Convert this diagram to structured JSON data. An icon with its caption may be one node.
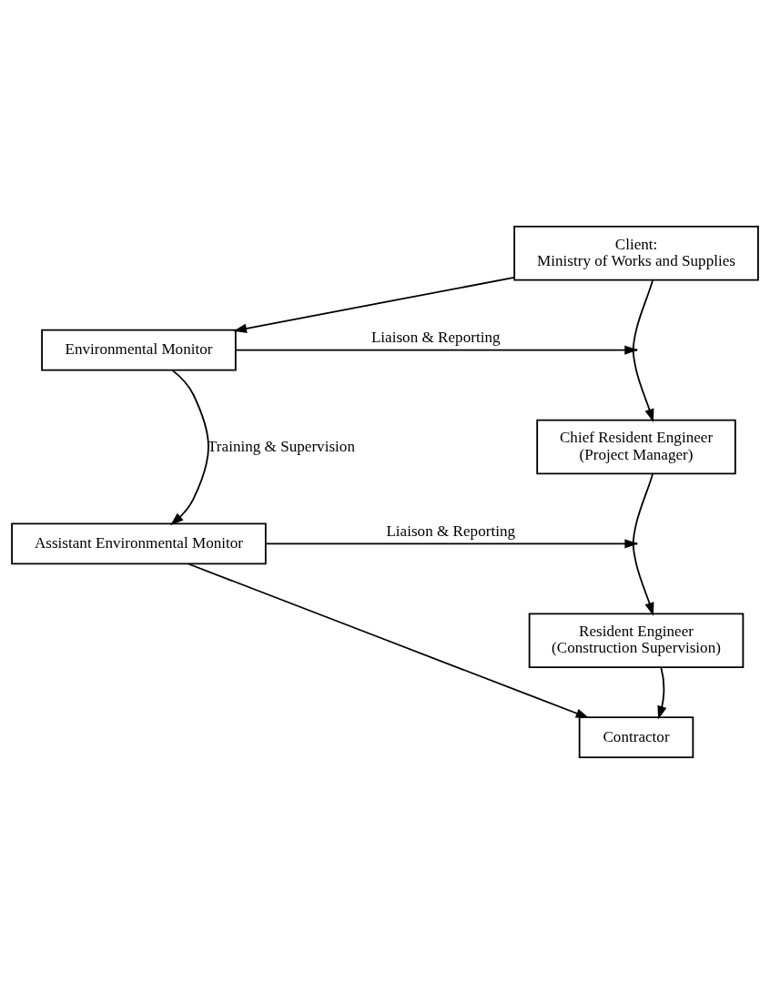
{
  "diagram": {
    "nodes": [
      {
        "text": [
          "Client:",
          "Ministry of Works and Supplies"
        ]
      },
      {
        "text": [
          "Environmental Monitor"
        ]
      },
      {
        "text": [
          "Chief Resident Engineer",
          "(Project Manager)"
        ]
      },
      {
        "text": [
          "Assistant Environmental Monitor"
        ]
      },
      {
        "text": [
          "Resident Engineer",
          "(Construction Supervision)"
        ]
      },
      {
        "text": [
          "Contractor"
        ]
      }
    ],
    "edges": [
      {
        "from": 0,
        "to": 2,
        "arrow": "to"
      },
      {
        "from": 0,
        "to": 1,
        "arrow": "to"
      },
      {
        "from": 1,
        "to": null,
        "arrow": "to",
        "label": "Liaison & Reporting"
      },
      {
        "from": 1,
        "to": 3,
        "arrow": "to",
        "label": "Training & Supervision"
      },
      {
        "from": 3,
        "to": null,
        "arrow": "to",
        "label": "Liaison & Reporting"
      },
      {
        "from": 2,
        "to": 4,
        "arrow": "to"
      },
      {
        "from": 4,
        "to": 5,
        "arrow": "to"
      },
      {
        "from": 3,
        "to": 5,
        "arrow": "to"
      }
    ]
  }
}
